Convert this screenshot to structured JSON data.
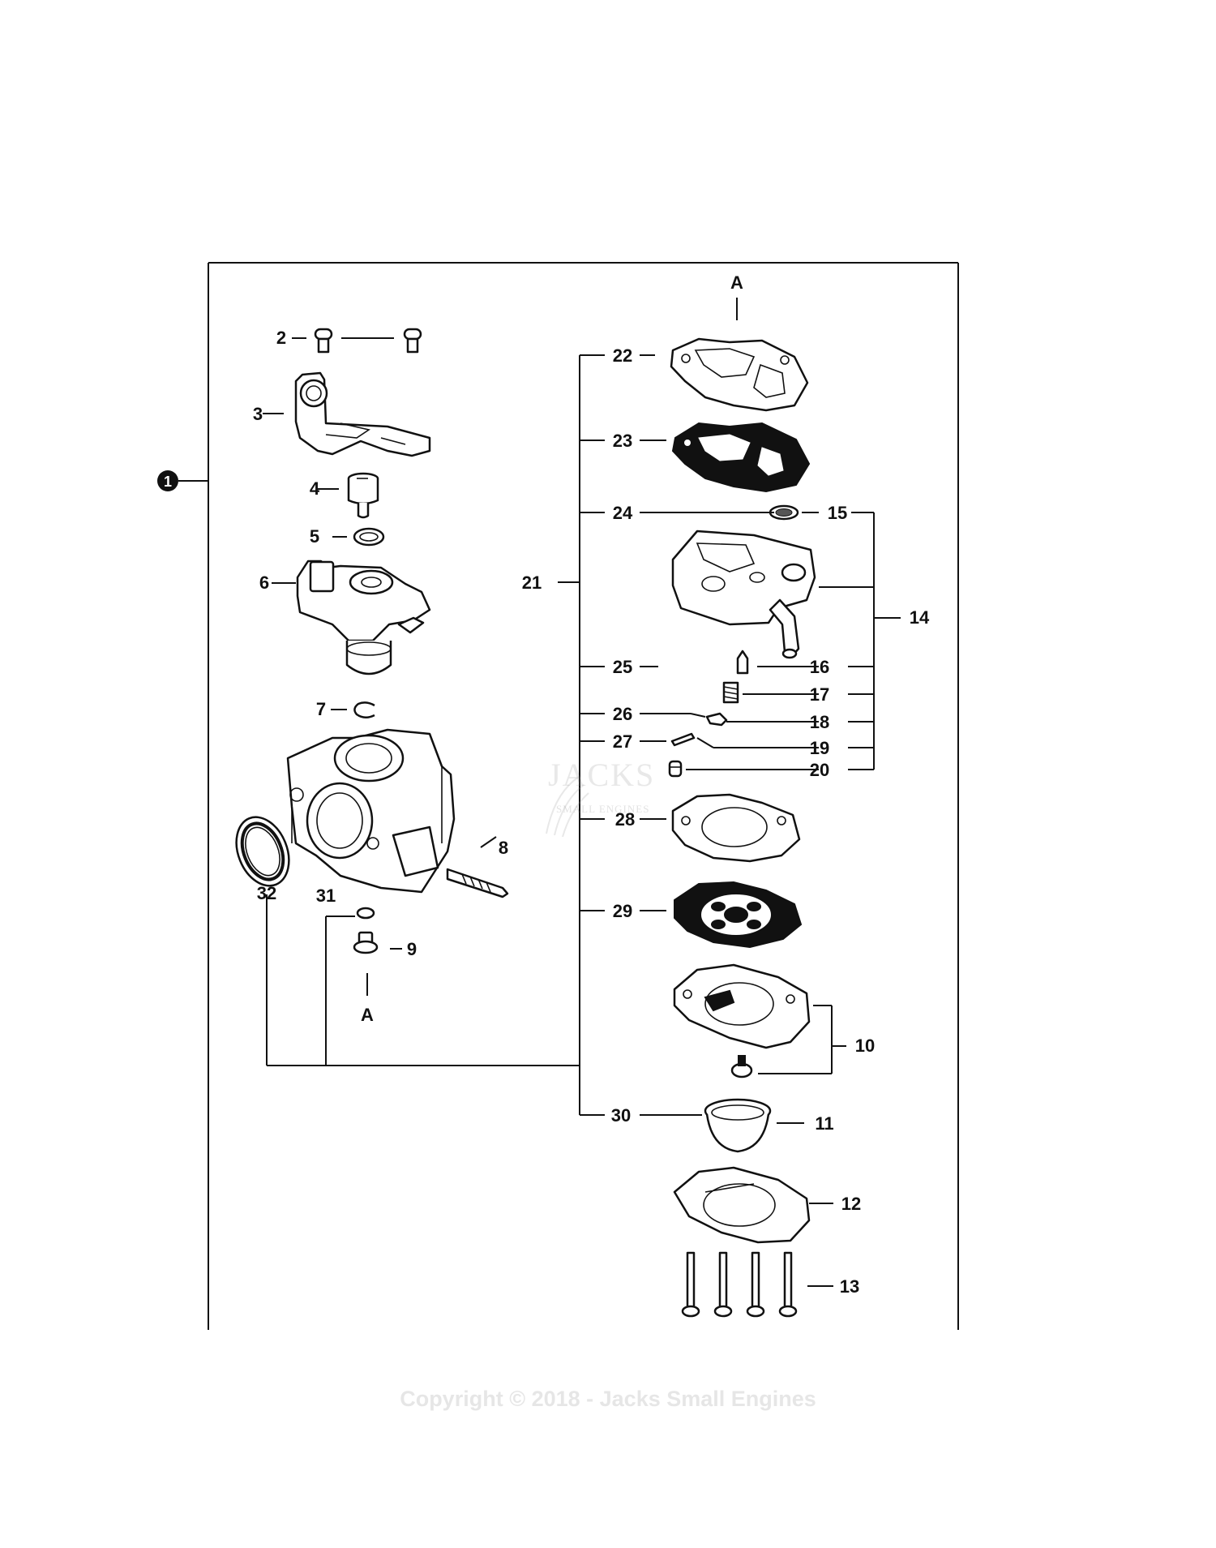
{
  "callouts": {
    "assembly": "1",
    "c2": "2",
    "c3": "3",
    "c4": "4",
    "c5": "5",
    "c6": "6",
    "c7": "7",
    "c8": "8",
    "c9": "9",
    "c10": "10",
    "c11": "11",
    "c12": "12",
    "c13": "13",
    "c14": "14",
    "c15": "15",
    "c16": "16",
    "c17": "17",
    "c18": "18",
    "c19": "19",
    "c20": "20",
    "c21": "21",
    "c22": "22",
    "c23": "23",
    "c24": "24",
    "c25": "25",
    "c26": "26",
    "c27": "27",
    "c28": "28",
    "c29": "29",
    "c30": "30",
    "c31": "31",
    "c32": "32"
  },
  "section_marker": {
    "top": "A",
    "bottom": "A"
  },
  "watermark": {
    "brand": "JACKS",
    "subtitle": "SMALL ENGINES",
    "copyright": "Copyright © 2018 - Jacks Small Engines"
  }
}
